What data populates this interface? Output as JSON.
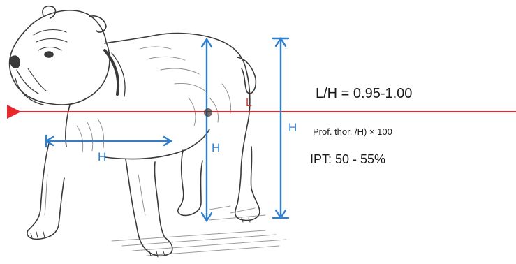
{
  "colors": {
    "red_line": "#e8262b",
    "blue_line": "#2f7fd1",
    "label_text": "#1a1a1a",
    "sketch": "#3a3a3a",
    "shading": "#8a8a8a"
  },
  "illustration": {
    "subject_icon": "bulldog-sketch-icon"
  },
  "labels": {
    "red_l": "L",
    "blue_h_body": "H",
    "blue_h_vertical": "H",
    "blue_h_right": "H"
  },
  "formulas": {
    "ratio": "L/H = 0.95-1.00",
    "thoracic": "Prof. thor. /H) × 100",
    "ipt": "IPT: 50 - 55%"
  }
}
